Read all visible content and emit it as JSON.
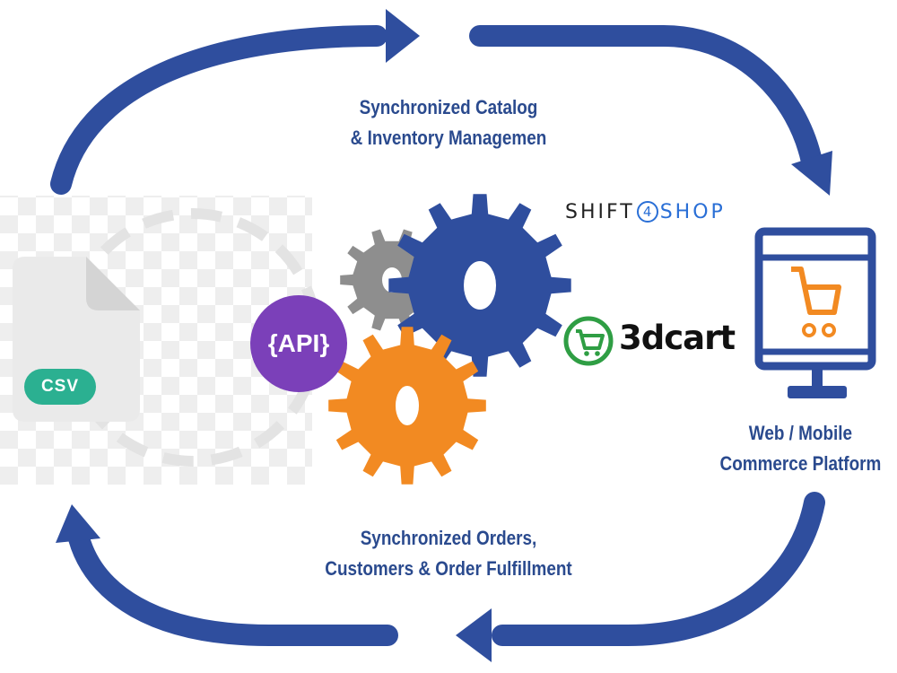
{
  "captions": {
    "top_line1": "Synchronized Catalog",
    "top_line2": "& Inventory Managemen",
    "bottom_line1": "Synchronized Orders,",
    "bottom_line2": "Customers & Order Fulfillment",
    "platform_line1": "Web / Mobile",
    "platform_line2": "Commerce Platform"
  },
  "badges": {
    "csv": "CSV",
    "api": "{API}"
  },
  "brands": {
    "shift_a": "SHIFT",
    "shift_four": "4",
    "shift_b": "SHOP",
    "threedcart": "3dcart"
  },
  "icons": {
    "file": "csv-file-icon",
    "gears": "gears-icon",
    "monitor": "monitor-cart-icon",
    "cart_logo": "cart-logo-icon"
  },
  "colors": {
    "arrow_blue": "#2f4e9e",
    "caption_blue": "#2a4a8e",
    "csv_green": "#2bb091",
    "api_purple": "#7b40b9",
    "gear_gray": "#8e8e8e",
    "gear_orange": "#f28a22",
    "cart_orange": "#f28a22",
    "brand_blue": "#2a6fd6",
    "logo_green": "#2f9e44"
  }
}
